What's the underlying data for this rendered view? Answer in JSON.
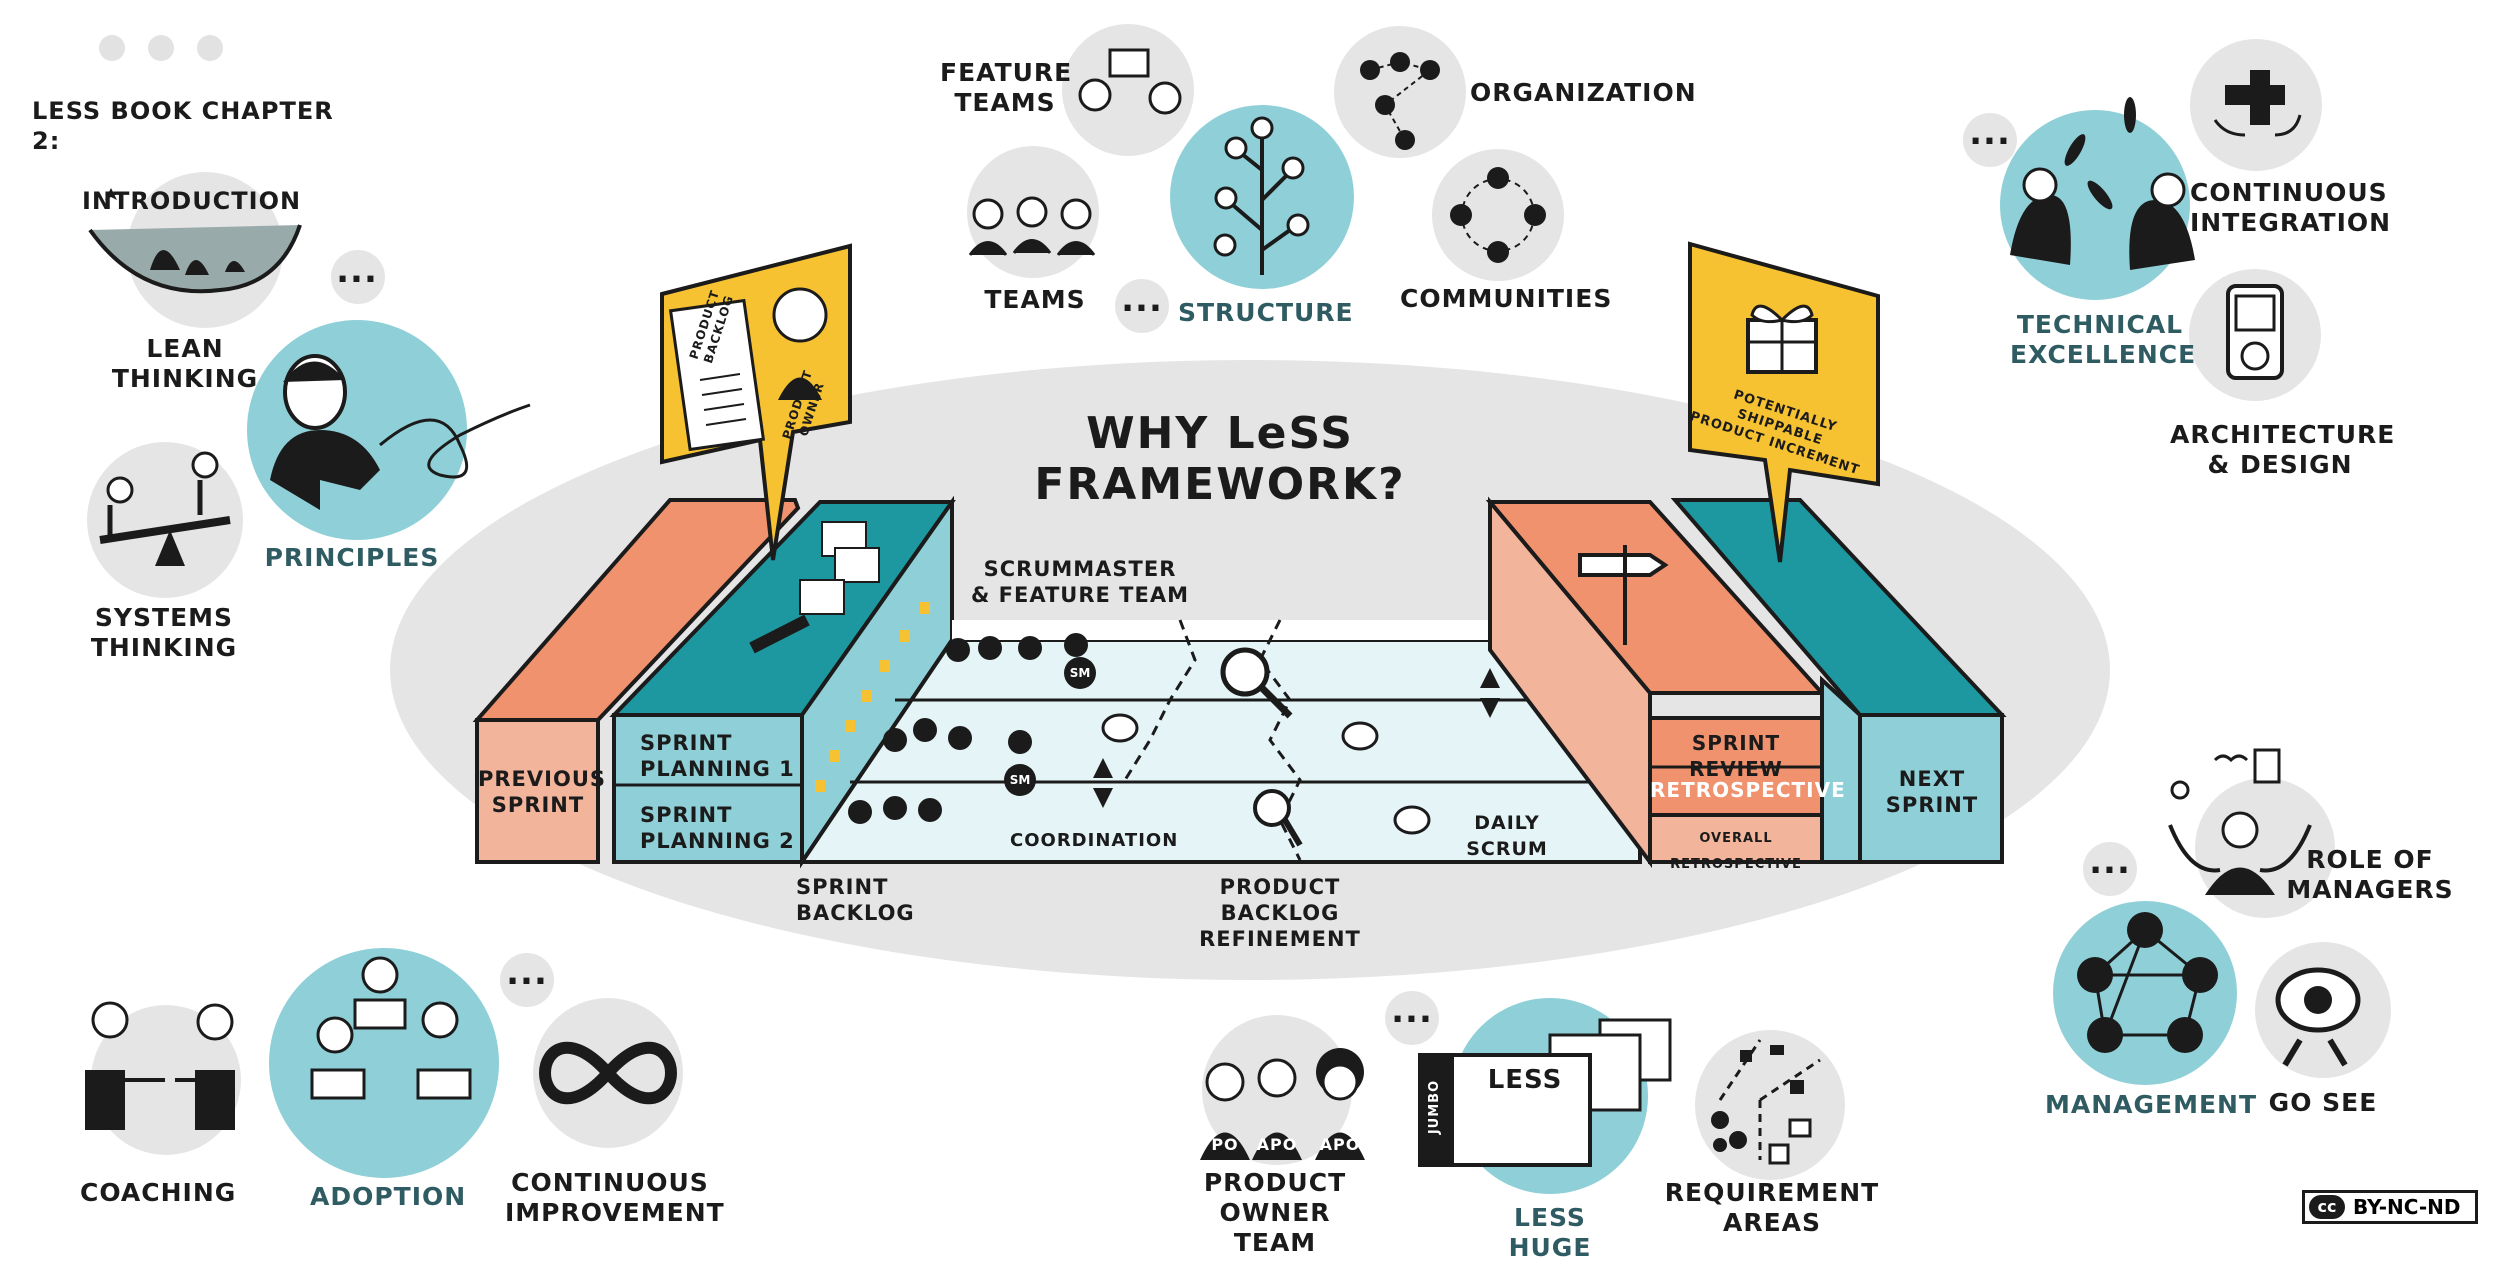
{
  "header": {
    "chapter_line1": "LeSS BOOK CHAPTER 2:",
    "chapter_line2": "INTRODUCTION"
  },
  "center_title": "WHY LeSS FRAMEWORK?",
  "concepts": {
    "lean_thinking": "LEAN\nTHINKING",
    "principles": "PRINCIPLES",
    "systems_thinking": "SYSTEMS\nTHINKING",
    "feature_teams": "FEATURE\nTEAMS",
    "teams": "TEAMS",
    "structure": "STRUCTURE",
    "organization": "ORGANIZATION",
    "communities": "COMMUNITIES",
    "technical_excellence": "TECHNICAL\nEXCELLENCE",
    "continuous_integration": "CONTINUOUS\nINTEGRATION",
    "architecture_design": "ARCHITECTURE\n& DESIGN",
    "role_of_managers": "ROLE OF\nMANAGERS",
    "management": "MANAGEMENT",
    "go_see": "GO SEE",
    "coaching": "COACHING",
    "adoption": "ADOPTION",
    "continuous_improvement": "CONTINUOUS\nIMPROVEMENT",
    "product_owner_team": "PRODUCT\nOWNER TEAM",
    "less_huge": "LeSS HUGE",
    "requirement_areas": "REQUIREMENT\nAREAS",
    "ellipsis": "..."
  },
  "framework": {
    "previous_sprint": "PREVIOUS\nSPRINT",
    "sprint_planning_1": "SPRINT\nPLANNING 1",
    "sprint_planning_2": "SPRINT\nPLANNING 2",
    "scrummaster_feature_team": "SCRUMMASTER\n& FEATURE TEAM",
    "coordination": "COORDINATION",
    "daily_scrum": "DAILY SCRUM",
    "sprint_backlog": "SPRINT\nBACKLOG",
    "product_backlog_refinement": "PRODUCT\nBACKLOG\nREFINEMENT",
    "sprint_review": "SPRINT REVIEW",
    "retrospective": "RETROSPECTIVE",
    "overall_retrospective": "OVERALL RETROSPECTIVE",
    "next_sprint": "NEXT\nSPRINT",
    "product_backlog_card": "PRODUCT\nBACKLOG",
    "product_owner_card": "PRODUCT\nOWNER",
    "increment_card": "POTENTIALLY SHIPPABLE\nPRODUCT INCREMENT",
    "sm_badge": "SM",
    "po_badge": "PO",
    "apo_badge": "APO",
    "less_box": "LeSS",
    "jumbo": "JUMBO"
  },
  "license": {
    "cc": "cc",
    "text": "BY-NC-ND"
  },
  "colors": {
    "teal": "#8fd0d8",
    "teal_dark": "#1e98a0",
    "salmon": "#f0926e",
    "salmon_light": "#f3b49c",
    "yellow": "#f6c232",
    "grey": "#e5e5e5",
    "ink": "#1b1b1b"
  }
}
